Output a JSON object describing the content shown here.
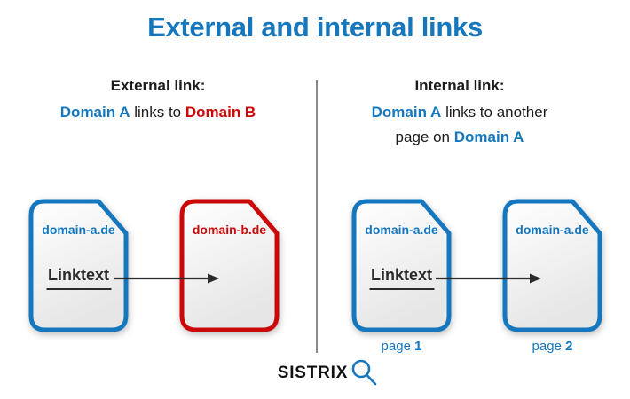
{
  "title": "External and internal links",
  "colors": {
    "blue": "#1577be",
    "red": "#cc0707",
    "ink": "#1b1b1b",
    "divider": "#8a8a8a",
    "arrow": "#2b2b2b",
    "doc-fill-top": "#ffffff",
    "doc-fill-bottom": "#e6e6e6"
  },
  "sections": {
    "external": {
      "heading": "External link:",
      "domain_a": "Domain A",
      "middle": " links to ",
      "domain_b": "Domain B"
    },
    "internal": {
      "heading": "Internal link:",
      "domain_a": "Domain A",
      "rest": " links to another",
      "line2_prefix": "page on ",
      "domain_a2": "Domain A"
    }
  },
  "documents": [
    {
      "label": "domain-a.de",
      "linktext": "Linktext"
    },
    {
      "label": "domain-b.de"
    },
    {
      "label": "domain-a.de",
      "linktext": "Linktext",
      "page_word": "page ",
      "page_num": "1"
    },
    {
      "label": "domain-a.de",
      "page_word": "page ",
      "page_num": "2"
    }
  ],
  "footer": {
    "brand": "SISTRIX",
    "icon": "magnifier-icon"
  }
}
